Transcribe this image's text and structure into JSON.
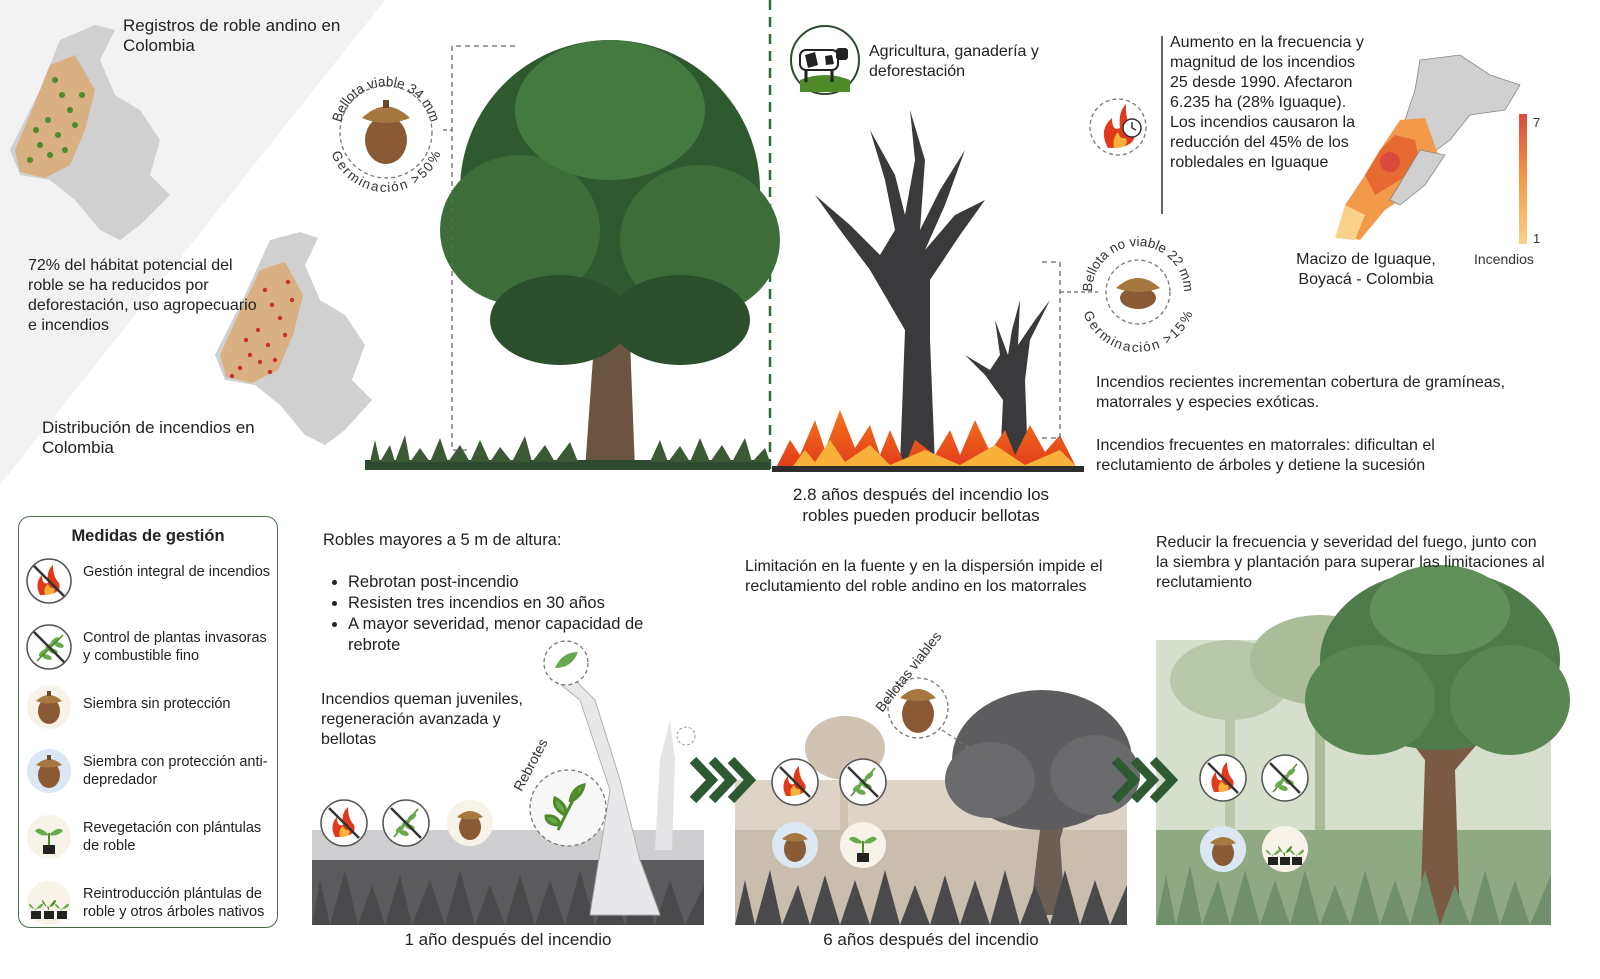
{
  "top_left": {
    "map1_label": "Registros de roble andino en Colombia",
    "habitat_text": "72% del hábitat potencial del roble se ha reducidos por deforestación, uso agropecuario e incendios",
    "map2_label": "Distribución de incendios en Colombia"
  },
  "acorn_viable": {
    "top_arc": "Bellota viable 34 mm",
    "bottom_arc": "Germinación >50%"
  },
  "acorn_nonviable": {
    "top_arc": "Bellota no viable 22 mm",
    "bottom_arc": "Germinación >15%"
  },
  "drivers_label": "Agricultura, ganadería y deforestación",
  "fire_stats": "Aumento en la frecuencia y magnitud de los incendios 25 desde 1990. Afectaron 6.235 ha (28% Iguaque). Los incendios causaron la reducción del 45% de los robledales en Iguaque",
  "iguaque_map": {
    "label": "Macizo de Iguaque, Boyacá - Colombia",
    "scale_max": "7",
    "scale_min": "1",
    "scale_title": "Incendios"
  },
  "recent_fires_text": "Incendios recientes incrementan cobertura de gramíneas, matorrales y especies exóticas.",
  "frequent_fires_text": "Incendios frecuentes en matorrales: dificultan el reclutamiento de árboles y detiene la sucesión",
  "years_acorns_text": "2.8 años después del incendio los robles pueden producir bellotas",
  "management": {
    "title": "Medidas de gestión",
    "items": [
      {
        "label": "Gestión integral de incendios",
        "icon": "fire-management-icon"
      },
      {
        "label": "Control de plantas invasoras y combustible fino",
        "icon": "invasive-control-icon"
      },
      {
        "label": "Siembra sin protección",
        "icon": "acorn-icon"
      },
      {
        "label": "Siembra con protección anti-depredador",
        "icon": "protected-acorn-icon"
      },
      {
        "label": "Revegetación con plántulas de roble",
        "icon": "seedling-icon"
      },
      {
        "label": "Reintroducción plántulas de roble y otros árboles nativos",
        "icon": "multiple-seedlings-icon"
      }
    ]
  },
  "mature_oaks": {
    "heading": "Robles mayores a 5 m de altura:",
    "bullets": [
      "Rebrotan post-incendio",
      "Resisten tres incendios en 30 años",
      "A mayor severidad, menor capacidad de rebrote"
    ]
  },
  "juveniles_text": "Incendios queman juveniles, regeneración avanzada y bellotas",
  "resprouts_label": "Rebrotes",
  "limitation_text": "Limitación en la fuente y en la dispersión impide el reclutamiento del roble andino en los matorrales",
  "viable_acorns_label": "Bellotas viables",
  "reduce_text": "Reducir la frecuencia y severidad del fuego, junto con la siembra y plantación para superar las limitaciones al reclutamiento",
  "year1_caption": "1 año después del incendio",
  "year6_caption": "6 años después del incendio",
  "colors": {
    "green_dark": "#2e4a2e",
    "fire_orange": "#f5761a",
    "fire_red": "#e0391b",
    "map_gray": "#d0d0d0",
    "habitat_tan": "#d9b081",
    "scale_top": "#d94a3a",
    "scale_bottom": "#f9d18a"
  }
}
